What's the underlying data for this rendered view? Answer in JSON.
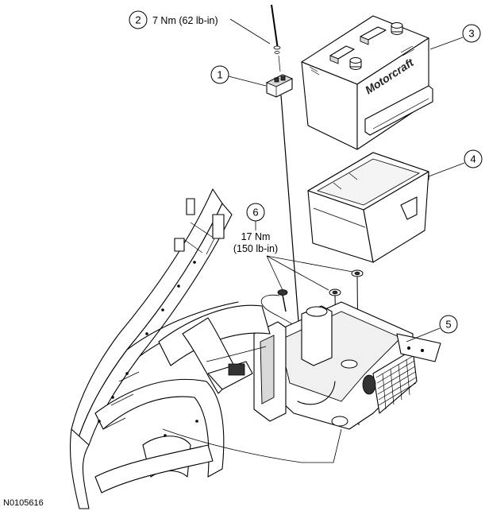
{
  "figure_code": "N0105616",
  "callouts": [
    {
      "num": "1"
    },
    {
      "num": "2",
      "torque": "7 Nm (62 lb-in)"
    },
    {
      "num": "3"
    },
    {
      "num": "4"
    },
    {
      "num": "5"
    },
    {
      "num": "6",
      "torque_line1": "17 Nm",
      "torque_line2": "(150 lb-in)"
    }
  ],
  "battery_brand": "Motorcraft"
}
